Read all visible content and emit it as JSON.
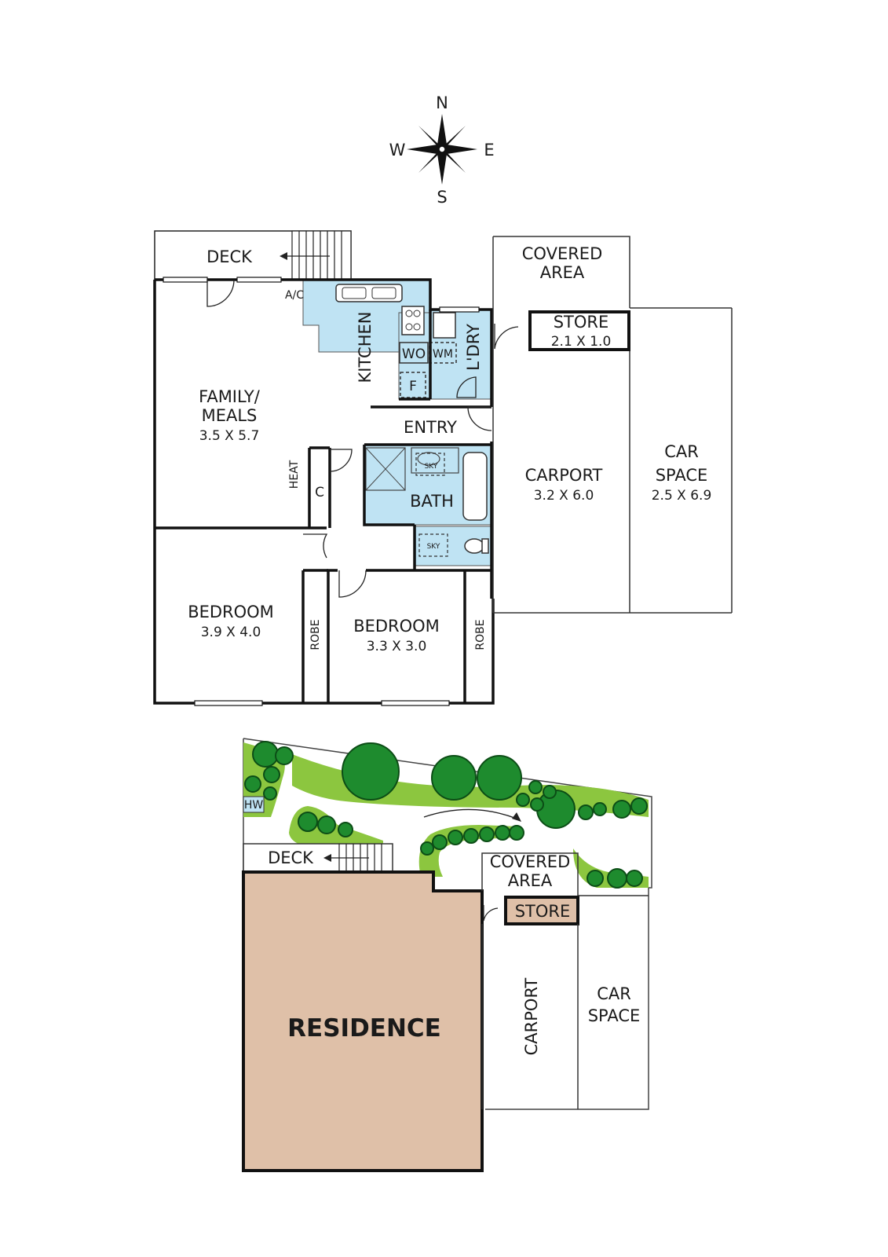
{
  "compass": {
    "n": "N",
    "s": "S",
    "e": "E",
    "w": "W"
  },
  "floorplan": {
    "deck": "DECK",
    "ac": "A/C",
    "covered_area_1": "COVERED",
    "covered_area_2": "AREA",
    "store": "STORE",
    "store_dim": "2.1 X 1.0",
    "kitchen": "KITCHEN",
    "wo": "WO",
    "wm": "WM",
    "fridge": "F",
    "laundry": "L'DRY",
    "family_1": "FAMILY/",
    "family_2": "MEALS",
    "family_dim": "3.5 X 5.7",
    "entry": "ENTRY",
    "carport": "CARPORT",
    "carport_dim": "3.2 X 6.0",
    "car_space_1": "CAR",
    "car_space_2": "SPACE",
    "car_space_dim": "2.5 X 6.9",
    "heat": "HEAT",
    "cupboard": "C",
    "bath": "BATH",
    "sky": "SKY",
    "bedroom1": "BEDROOM",
    "bedroom1_dim": "3.9 X 4.0",
    "robe": "ROBE",
    "bedroom2": "BEDROOM",
    "bedroom2_dim": "3.3 X 3.0"
  },
  "siteplan": {
    "hw": "HW",
    "deck": "DECK",
    "covered_area_1": "COVERED",
    "covered_area_2": "AREA",
    "store": "STORE",
    "residence": "RESIDENCE",
    "carport": "CARPORT",
    "car_space_1": "CAR",
    "car_space_2": "SPACE"
  },
  "colors": {
    "wet_area": "#bfe3f3",
    "residence": "#dfc0a8",
    "garden": "#8cc63f",
    "tree": "#1e8b2e",
    "wall": "#111111"
  }
}
